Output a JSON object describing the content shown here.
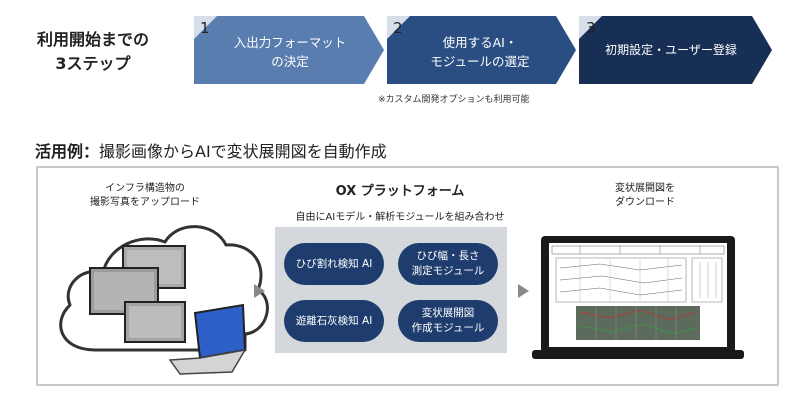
{
  "heading": {
    "line1": "利用開始までの",
    "line2": "3ステップ"
  },
  "steps": [
    {
      "number": "1",
      "line1": "入出力フォーマット",
      "line2": "の決定"
    },
    {
      "number": "2",
      "line1": "使用するAI・",
      "line2": "モジュールの選定"
    },
    {
      "number": "3",
      "line1": "初期設定・ユーザー登録",
      "line2": ""
    }
  ],
  "step_note": "※カスタム開発オプションも利用可能",
  "example": {
    "lead": "活用例：",
    "text": "撮影画像からAIで変状展開図を自動作成"
  },
  "upload": {
    "line1": "インフラ構造物の",
    "line2": "撮影写真をアップロード"
  },
  "platform": {
    "title": "OX プラットフォーム",
    "subtitle": "自由にAIモデル・解析モジュールを組み合わせ",
    "modules": [
      {
        "line1": "ひび割れ検知 AI",
        "line2": ""
      },
      {
        "line1": "ひび幅・長さ",
        "line2": "測定モジュール"
      },
      {
        "line1": "遊離石灰検知 AI",
        "line2": ""
      },
      {
        "line1": "変状展開図",
        "line2": "作成モジュール"
      }
    ]
  },
  "output": {
    "line1": "変状展開図を",
    "line2": "ダウンロード"
  },
  "colors": {
    "step1": "#5a7db0",
    "step2": "#2a4d82",
    "step3": "#172f55",
    "module": "#1e3d6e",
    "platform_bg": "#d4d8dc",
    "panel_border": "#c9c9c9"
  },
  "icons": [
    "cloud-icon",
    "photo-icon",
    "laptop-icon",
    "arrow-right-icon",
    "monitor-icon",
    "drawing-icon"
  ]
}
